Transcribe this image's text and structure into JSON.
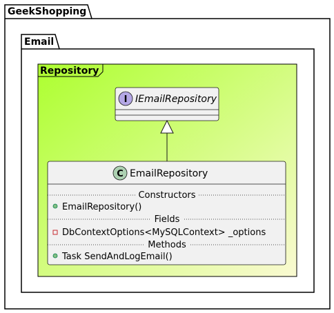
{
  "packages": {
    "outer": {
      "label": "GeekShopping"
    },
    "inner": {
      "label": "Email"
    }
  },
  "frame": {
    "label": "Repository"
  },
  "interface": {
    "glyph": "I",
    "name": "IEmailRepository"
  },
  "class": {
    "glyph": "C",
    "name": "EmailRepository",
    "sections": {
      "constructors": "Constructors",
      "fields": "Fields",
      "methods": "Methods"
    },
    "members": {
      "constructor": "EmailRepository()",
      "field": "DbContextOptions<MySQLContext> _options",
      "method": "Task SendAndLogEmail()"
    }
  },
  "colors": {
    "frame_gradient_start": "#ADFF2F",
    "frame_gradient_end": "#FAFAD2",
    "box_fill": "#F1F1F1",
    "class_circle": "#ADD1B2",
    "interface_circle": "#B4A7E5",
    "public_marker": "#84BE84",
    "private_marker": "#C82930"
  },
  "relation": {
    "type": "realization",
    "from": "EmailRepository",
    "to": "IEmailRepository"
  }
}
